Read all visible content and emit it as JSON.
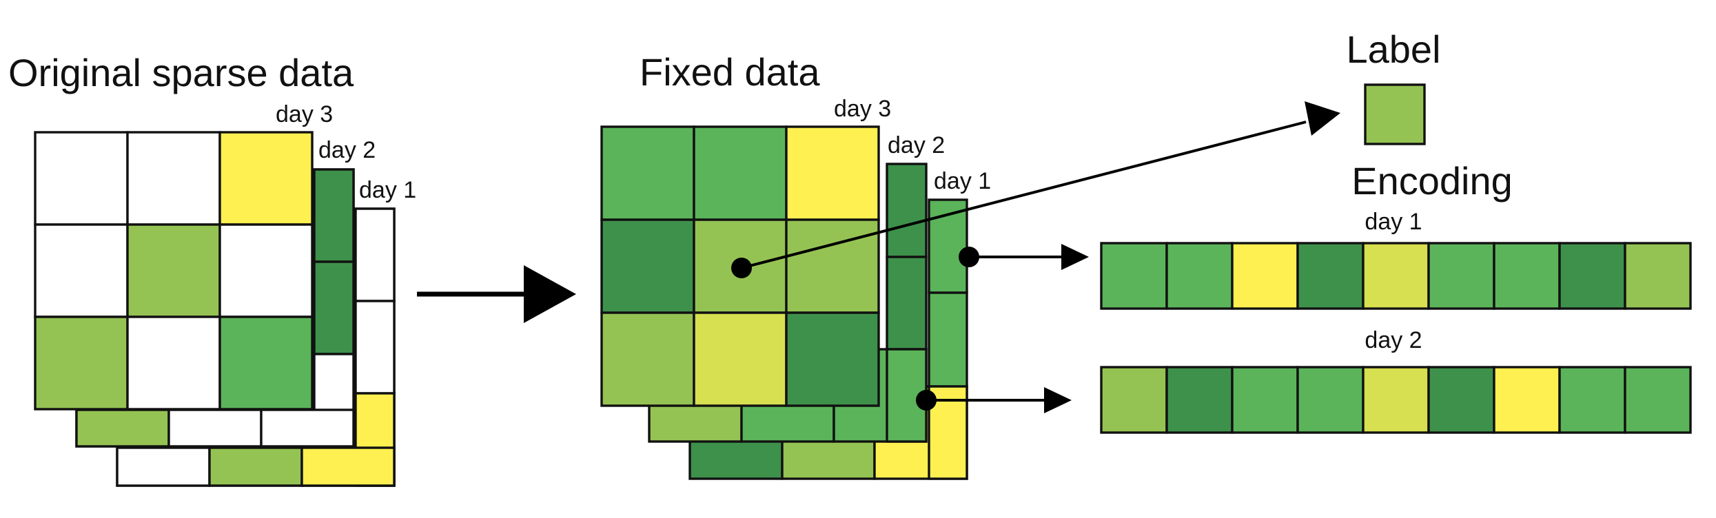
{
  "titles": {
    "original": "Original sparse data",
    "fixed": "Fixed data",
    "label": "Label",
    "encoding": "Encoding"
  },
  "day_labels": {
    "day3": "day 3",
    "day2": "day 2",
    "day1": "day 1"
  },
  "encoding_rows": [
    {
      "label": "day 1"
    },
    {
      "label": "day 2"
    }
  ],
  "palette": {
    "white": "#ffffff",
    "yellow": "#fdf050",
    "lime": "#d7e050",
    "light_green": "#95c353",
    "green": "#5bb45a",
    "dark_green": "#3e914b",
    "stroke": "#111111"
  }
}
